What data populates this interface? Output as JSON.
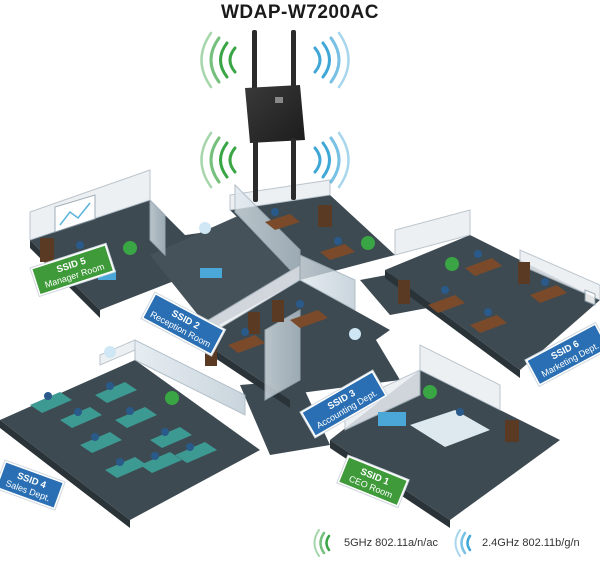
{
  "title": "WDAP-W7200AC",
  "colors": {
    "floor": "#3d4a52",
    "floor_edge": "#2a3338",
    "green_wave": "#3aa544",
    "blue_wave": "#3fa7d8",
    "tag_green": "#3f9a3a",
    "tag_blue": "#2a6fb3",
    "device": "#2b2b2b"
  },
  "rooms": [
    {
      "ssid": "SSID 5",
      "name": "Manager Room",
      "tag_color": "green"
    },
    {
      "ssid": "SSID 2",
      "name": "Reception Room",
      "tag_color": "blue"
    },
    {
      "ssid": "SSID 6",
      "name": "Marketing Dept.",
      "tag_color": "blue"
    },
    {
      "ssid": "SSID 3",
      "name": "Accounting Dept.",
      "tag_color": "blue"
    },
    {
      "ssid": "SSID 4",
      "name": "Sales Dept.",
      "tag_color": "blue"
    },
    {
      "ssid": "SSID 1",
      "name": "CEO Room",
      "tag_color": "green"
    }
  ],
  "legend": {
    "band_5g": "5GHz 802.11a/n/ac",
    "band_24g": "2.4GHz 802.11b/g/n",
    "icon_5g": "green-wifi-wave-icon",
    "icon_24g": "blue-wifi-wave-icon"
  }
}
